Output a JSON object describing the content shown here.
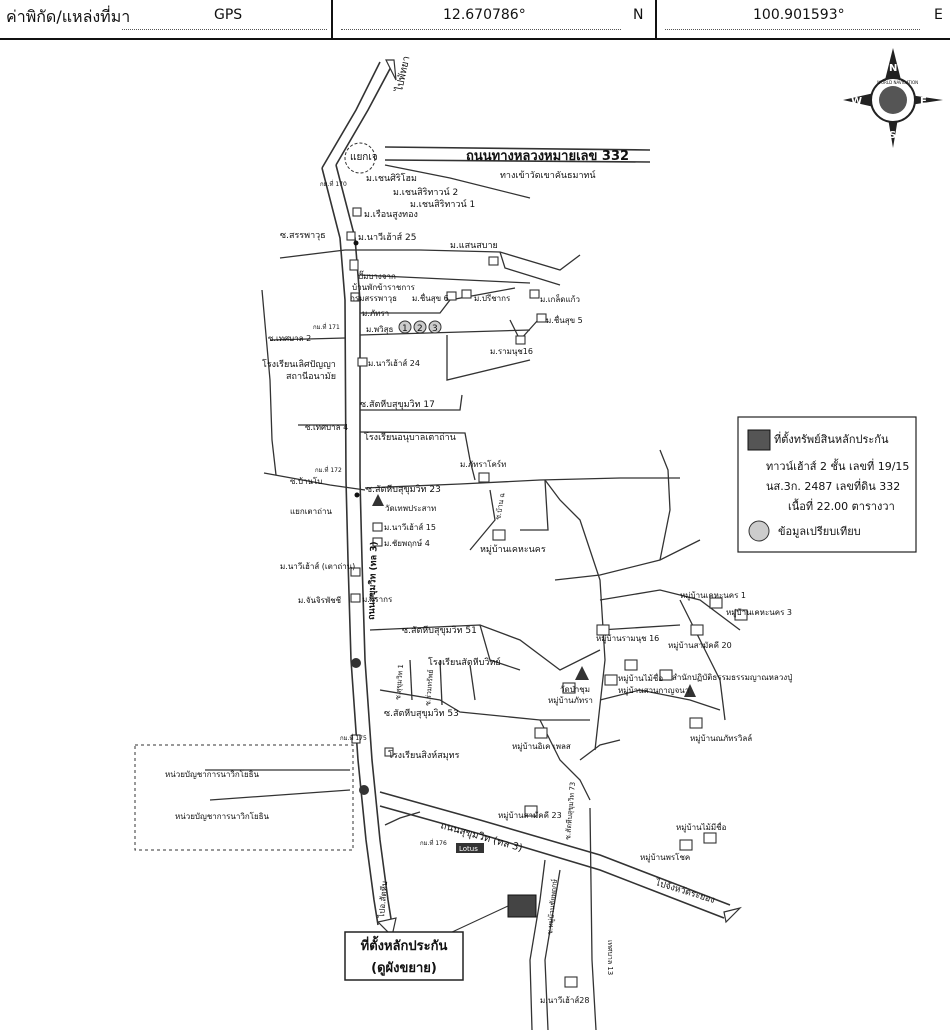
{
  "header": {
    "label": "ค่าพิกัด/แหล่งที่มา",
    "source": "GPS",
    "latitude": "12.670786°",
    "lat_dir": "N",
    "longitude": "100.901593°",
    "lon_dir": "E"
  },
  "compass": {
    "n": "N",
    "s": "S",
    "e": "E",
    "w": "W",
    "ring_text": "WORLD NAVIGATION"
  },
  "legend": {
    "collateral": "ที่ตั้งทรัพย์สินหลักประกัน",
    "line2": "ทาวน์เฮ้าส์ 2 ชั้น เลขที่ 19/15",
    "line3": "นส.3ก. 2487 เลขที่ดิน 332",
    "line4": "เนื้อที่ 22.00  ตารางวา",
    "comparable": "ข้อมูลเปรียบเทียบ"
  },
  "callout": {
    "line1": "ที่ตั้งหลักประกัน",
    "line2": "(ดูผังขยาย)"
  },
  "labels": {
    "to_pattaya": "ไปพัทยา",
    "hw332": "ถนนทางหลวงหมายเลข 332",
    "to_temple": "ทางเข้าวัดเขาคันธมาทน์",
    "kaeng": "แยกเจ",
    "km170": "กม.ที่ 170",
    "chensiri_home": "ม.เชนศิริโฮม",
    "chensiri2": "ม.เชนสิริทาวน์ 2",
    "chensiri1": "ม.เชนสิริทาวน์ 1",
    "ruenthong": "ม.เรือนสูงทอง",
    "sappawut": "ซ.สรรพาวุธ",
    "nari25": "ม.นาวีเฮ้าส์ 25",
    "saensabai": "ม.แสนสบาย",
    "gas_station": "ปั๊มบางจาก",
    "rest_house": "บ้านพักข้าราชการ",
    "arsenal": "กรมสรรพาวุธ",
    "chuensuk6": "ม.ชื่นสุข 6",
    "pricha": "ม.ปรีชากร",
    "kledkaew": "ม.เกล็ดแก้ว",
    "phatra": "ม.ภัทรา",
    "chuensuk5": "ม.ชื่นสุข 5",
    "km171": "กม.ที่ 171",
    "thetsaban2": "ซ.เทศบาล 2",
    "witsut": "ม.พวิสุธ",
    "n1": "1",
    "n2": "2",
    "n3": "3",
    "ramanut16": "ม.รามนุช16",
    "school_lert": "โรงเรียนเลิศปัญญา",
    "health": "สถานีอนามัย",
    "nari24": "ม.นาวีเฮ้าส์ 24",
    "sattahip17": "ซ.สัตหีบสุขุมวิท 17",
    "thetsaban4": "ซ.เทศบาล 4",
    "school_anuban": "โรงเรียนอนุบาลเตาถ่าน",
    "km172": "กม.ที่ 172",
    "phattra_court": "ม.ภัทราโคร์ท",
    "soi_bayan": "ซ.บ้านโบ",
    "sattahip23": "ซ.สัตหีบสุขุมวิท 23",
    "soi_vertical": "ซ.บ้าน ฉ",
    "kaeng_taothan": "แยกเตาถ่าน",
    "wat_thep": "วัดเทพประสาท",
    "nari15": "ม.นาวีเฮ้าส์ 15",
    "chai4": "ม.ชัยพฤกษ์ 4",
    "kheha": "หมู่บ้านเคหะนคร",
    "nari_taothan": "ม.นาวีเฮ้าส์ (เตาถ่าน)",
    "sukhumvit_road": "ถนนสุขุมวิท (ทล 3)",
    "chan": "ม.จันจิรพัชชี",
    "virakon": "ม.วีรากร",
    "kheha1": "หมู่บ้านเคหะนคร 1",
    "kheha3": "หมู่บ้านเคหะนคร 3",
    "sattahip51": "ซ.สัตหีบสุขุมวิท 51",
    "ramanut16b": "หมู่บ้านรามนุช 16",
    "samakkhi20": "หมู่บ้านสามัคคี 20",
    "school_sattahip": "โรงเรียนสัตหีบวิทย์",
    "wat_pluak": "วัดป่าชุม",
    "baan_mai": "หมู่บ้านไม้ชื่อ",
    "suan": "หมู่บ้านสวนกาญจนา",
    "dhamma": "สำนักปฏิบัติธรรมธรรมญาณหลวงปู่",
    "baan_phatra": "หมู่บ้านภัทรา",
    "soi_v1": "ซ.สุขุมวิท 1",
    "soi_v2": "ซ.ร่วมทรัพย์",
    "sattahip53": "ซ.สัตหีบสุขุมวิท 53",
    "baan_na": "หมู่บ้านณภัทรวิลล์",
    "km175": "กม.ที่ 175",
    "school_sing": "โรงเรียนสิงห์สมุทร",
    "baan_ac": "หมู่บ้านอิเค เพลส",
    "navy1": "หน่วยบัญชาการนาวิกโยธิน",
    "navy2": "หน่วยบัญชาการนาวิกโยธิน",
    "samakkhi23": "หมู่บ้านสามัคคี 23",
    "thanon_sukhumvit": "ถนนสุขุมวิท (ทล 3)",
    "sattahip73": "ซ.สัตหีบสุขุมวิท 73",
    "baan_maisue": "หมู่บ้านไม้มีชื่อ",
    "km176": "กม.ที่ 176",
    "lotus": "Lotus",
    "baan_phon": "หมู่บ้านพรโชค",
    "to_sattahip": "ไปอ.สัตหีบ",
    "to_rayong": "ไปจังหวัดระยอง",
    "soi_lang": "ซ.หมู่บ้านชัยพฤกษ์",
    "thetsaban13": "เทศบาล 13",
    "nari28": "ม.นาวีเฮ้าส์28"
  }
}
